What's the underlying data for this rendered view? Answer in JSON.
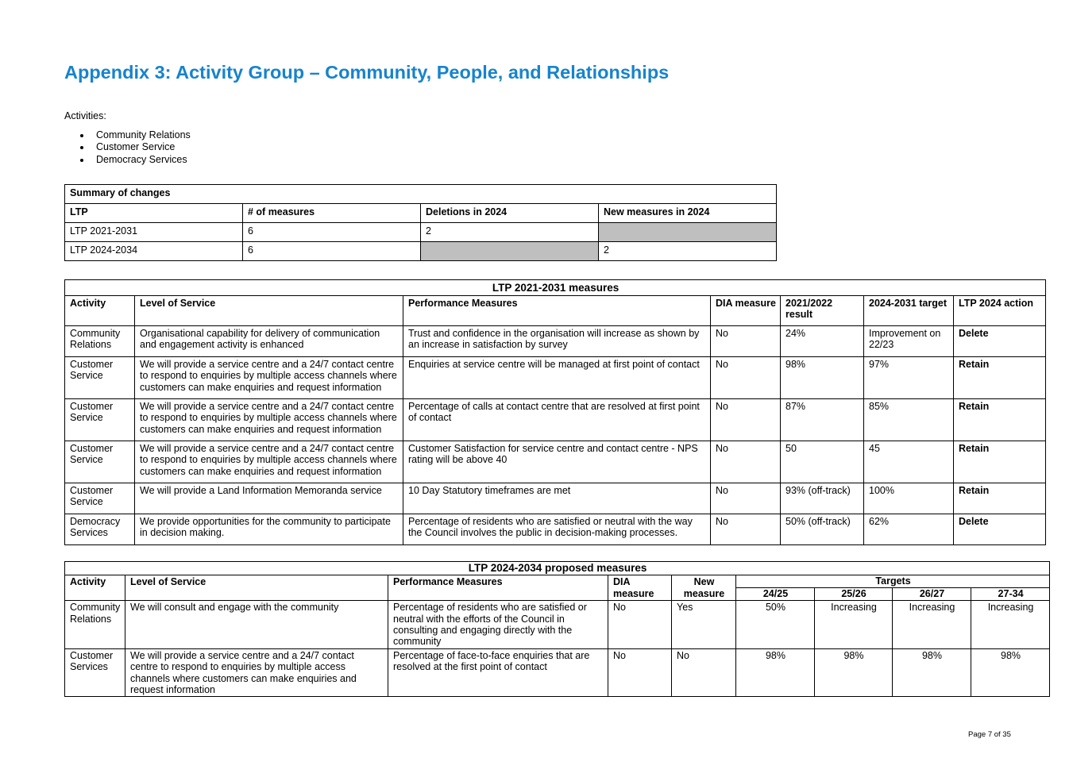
{
  "heading": "Appendix 3: Activity Group – Community, People, and Relationships",
  "activities_label": "Activities:",
  "activities": [
    "Community Relations",
    "Customer Service",
    "Democracy Services"
  ],
  "summary": {
    "title": "Summary of changes",
    "headers": [
      "LTP",
      "# of measures",
      "Deletions in 2024",
      "New measures in 2024"
    ],
    "rows": [
      [
        "LTP 2021-2031",
        "6",
        "2",
        ""
      ],
      [
        "LTP 2024-2034",
        "6",
        "",
        "2"
      ]
    ]
  },
  "ltp2021": {
    "title": "LTP 2021-2031 measures",
    "headers": [
      "Activity",
      "Level of Service",
      "Performance Measures",
      "DIA measure",
      "2021/2022 result",
      "2024-2031 target",
      "LTP 2024 action"
    ],
    "rows": [
      [
        "Community Relations",
        "Organisational capability for delivery of communication and engagement activity is enhanced",
        "Trust and confidence in the organisation will increase as shown by an increase in satisfaction by survey",
        "No",
        "24%",
        "Improvement on 22/23",
        "Delete"
      ],
      [
        "Customer Service",
        "We will provide a service centre and a 24/7 contact centre to respond to enquiries by multiple access channels where customers can make enquiries and request information",
        "Enquiries at service centre will be managed at first point of contact",
        "No",
        "98%",
        "97%",
        "Retain"
      ],
      [
        "Customer Service",
        "We will provide a service centre and a 24/7 contact centre to respond to enquiries by multiple access channels where customers can make enquiries and request information",
        "Percentage of calls at contact centre that are resolved at first point of contact",
        "No",
        "87%",
        "85%",
        "Retain"
      ],
      [
        "Customer Service",
        "We will provide a service centre and a 24/7 contact centre to respond to enquiries by multiple access channels where customers can make enquiries and request information",
        "Customer Satisfaction for service centre and contact centre - NPS rating will be above 40",
        "No",
        "50",
        "45",
        "Retain"
      ],
      [
        "Customer Service",
        "We will provide a Land Information Memoranda service",
        "10 Day Statutory timeframes are met",
        "No",
        "93% (off-track)",
        "100%",
        "Retain"
      ],
      [
        "Democracy Services",
        "We provide opportunities for the community to participate in decision making.",
        "Percentage of residents who are satisfied or neutral with the way the Council involves the public in decision-making processes.",
        "No",
        "50% (off-track)",
        "62%",
        "Delete"
      ]
    ]
  },
  "ltp2024": {
    "title": "LTP 2024-2034 proposed measures",
    "headers": [
      "Activity",
      "Level of Service",
      "Performance Measures",
      "DIA measure",
      "New measure"
    ],
    "targets_label": "Targets",
    "target_years": [
      "24/25",
      "25/26",
      "26/27",
      "27-34"
    ],
    "rows": [
      [
        "Community Relations",
        "We will consult and engage with the community",
        "Percentage of residents who are satisfied or neutral with the efforts of the Council in consulting and engaging directly with the community",
        "No",
        "Yes",
        "50%",
        "Increasing",
        "Increasing",
        "Increasing"
      ],
      [
        "Customer Services",
        "We will provide a service centre and a 24/7 contact centre to respond to enquiries by multiple access channels where customers can make enquiries and request information",
        "Percentage of face-to-face enquiries that are resolved at the first point of contact",
        "No",
        "No",
        "98%",
        "98%",
        "98%",
        "98%"
      ]
    ]
  },
  "footer": "Page 7 of 35",
  "colors": {
    "heading": "#1783cc",
    "shaded_cell": "#bfbfbf"
  }
}
